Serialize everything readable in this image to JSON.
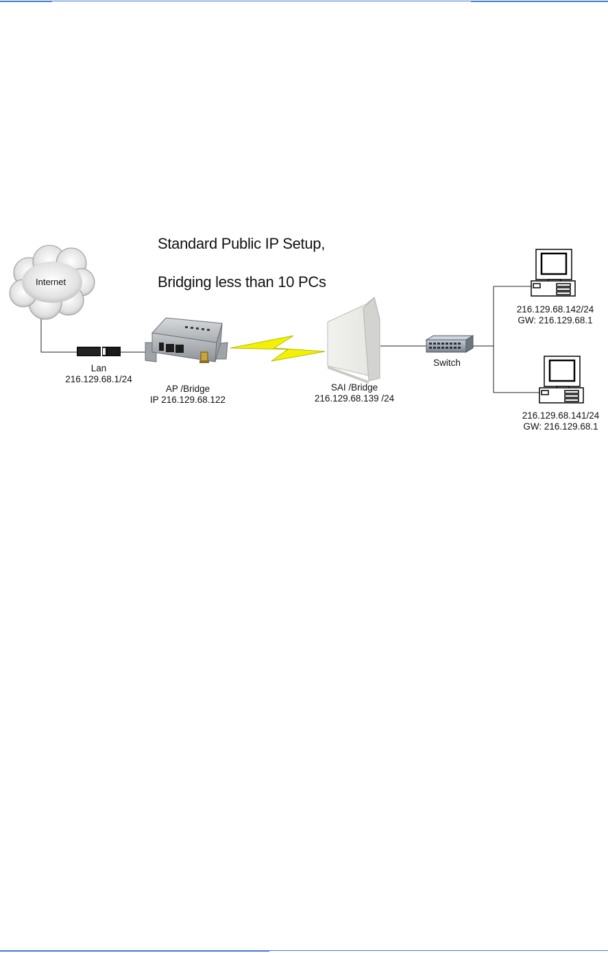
{
  "title": {
    "line1": "Standard Public IP Setup,",
    "line2": "Bridging less than 10 PCs"
  },
  "nodes": {
    "internet": {
      "label": "Internet",
      "icon": "cloud-icon"
    },
    "lan": {
      "name": "Lan",
      "ip": "216.129.68.1/24",
      "icon": "lan-connector-icon"
    },
    "ap_bridge": {
      "name": "AP /Bridge",
      "ip": "IP 216.129.68.122",
      "icon": "access-point-device-icon"
    },
    "sai_bridge": {
      "name": "SAI /Bridge",
      "ip": "216.129.68.139 /24",
      "icon": "panel-antenna-icon"
    },
    "switch": {
      "name": "Switch",
      "icon": "network-switch-icon"
    },
    "pc1": {
      "ip": "216.129.68.142/24",
      "gw": "GW: 216.129.68.1",
      "icon": "desktop-computer-icon"
    },
    "pc2": {
      "ip": "216.129.68.141/24",
      "gw": "GW: 216.129.68.1",
      "icon": "desktop-computer-icon"
    }
  },
  "link": {
    "icon": "wireless-lightning-icon",
    "color": "#f2f200"
  },
  "colors": {
    "rule": "#3f79d6"
  }
}
